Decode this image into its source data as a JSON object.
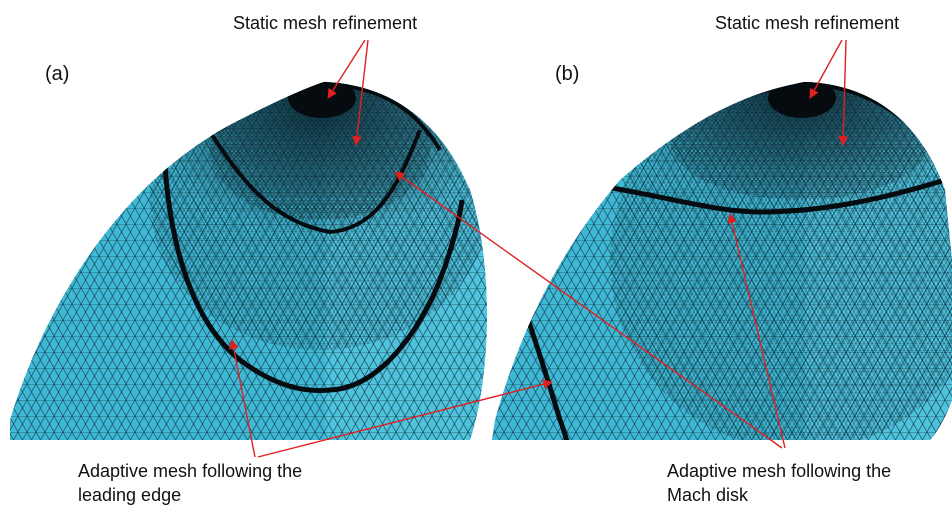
{
  "panels": [
    {
      "id": "(a)",
      "static_label": "Static mesh refinement",
      "adaptive_label_line1": "Adaptive mesh following the",
      "adaptive_label_line2": "leading edge"
    },
    {
      "id": "(b)",
      "static_label": "Static mesh refinement",
      "adaptive_label_line1": "Adaptive mesh following the",
      "adaptive_label_line2": "Mach disk"
    }
  ],
  "colors": {
    "mesh_fill": "#3fb8d6",
    "mesh_fill_light": "#5ccbe6",
    "mesh_lines": "#0c2f3a",
    "dense_region": "#143a47",
    "refinement_band": "#050b0e",
    "arrow": "#e02020",
    "text": "#111111"
  }
}
